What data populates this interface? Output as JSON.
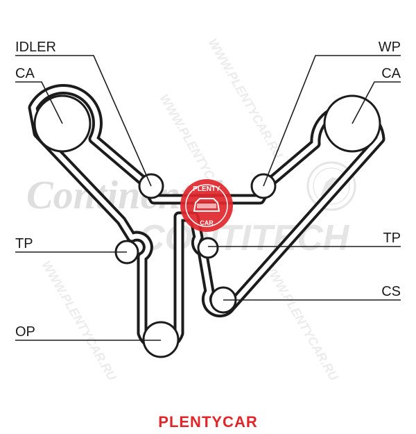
{
  "labels": {
    "idler": "IDLER",
    "ca_left": "CA",
    "wp": "WP",
    "ca_right": "CA",
    "tp_left": "TP",
    "tp_right": "TP",
    "cs": "CS",
    "op": "OP"
  },
  "watermark": {
    "continental": "Continental",
    "contitech": "CONTITECH",
    "seal_top": "PLENTY",
    "seal_bottom": "CAR",
    "site": "WWW.PLENTYCAR.RU"
  },
  "footer": {
    "brand": "PLENTYCAR"
  },
  "colors": {
    "belt": "#1c1c1c",
    "watermark": "#c9c9c9",
    "brand_red": "#e0262b"
  }
}
